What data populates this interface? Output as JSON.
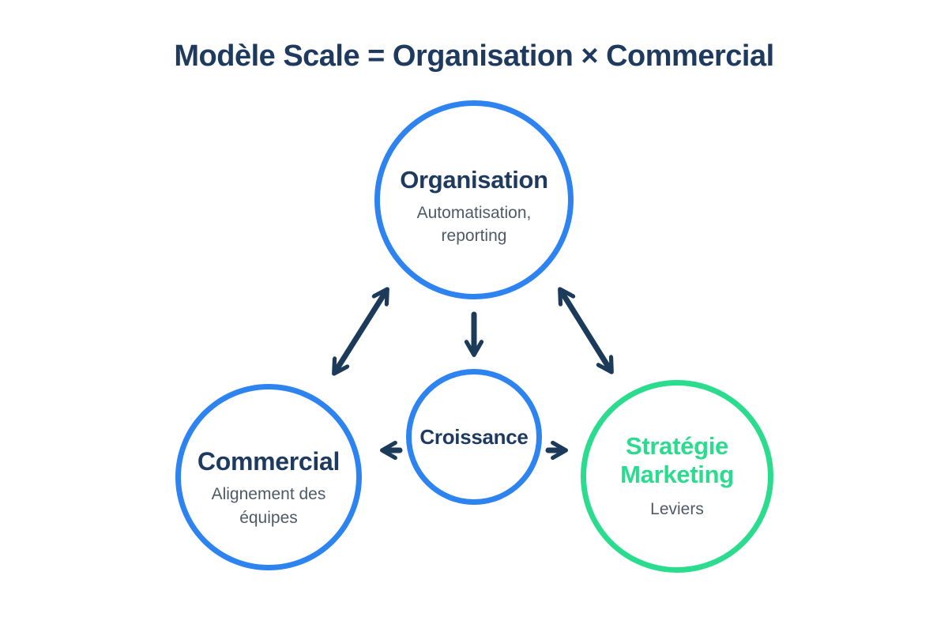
{
  "title": "Modèle Scale = Organisation × Commercial",
  "colors": {
    "navy": "#1E3A5F",
    "arrow": "#1C3A5A",
    "blue": "#2D83F0",
    "green": "#2BDC8E",
    "gray": "#4E5A68",
    "background": "#FFFFFF"
  },
  "nodes": {
    "organisation": {
      "label": "Organisation",
      "sublabel": "Automatisation, reporting",
      "accent": "blue"
    },
    "croissance": {
      "label": "Croissance",
      "accent": "blue"
    },
    "commercial": {
      "label": "Commercial",
      "sublabel": "Alignement des équipes",
      "accent": "blue"
    },
    "strategie_marketing": {
      "label": "Stratégie Marketing",
      "sublabel": "Leviers",
      "accent": "green"
    }
  },
  "edges": [
    {
      "from": "organisation",
      "to": "commercial",
      "type": "bidirectional"
    },
    {
      "from": "organisation",
      "to": "strategie_marketing",
      "type": "bidirectional"
    },
    {
      "from": "organisation",
      "to": "croissance",
      "type": "one-way"
    },
    {
      "from": "croissance",
      "to": "commercial",
      "type": "one-way"
    },
    {
      "from": "croissance",
      "to": "strategie_marketing",
      "type": "one-way"
    }
  ]
}
